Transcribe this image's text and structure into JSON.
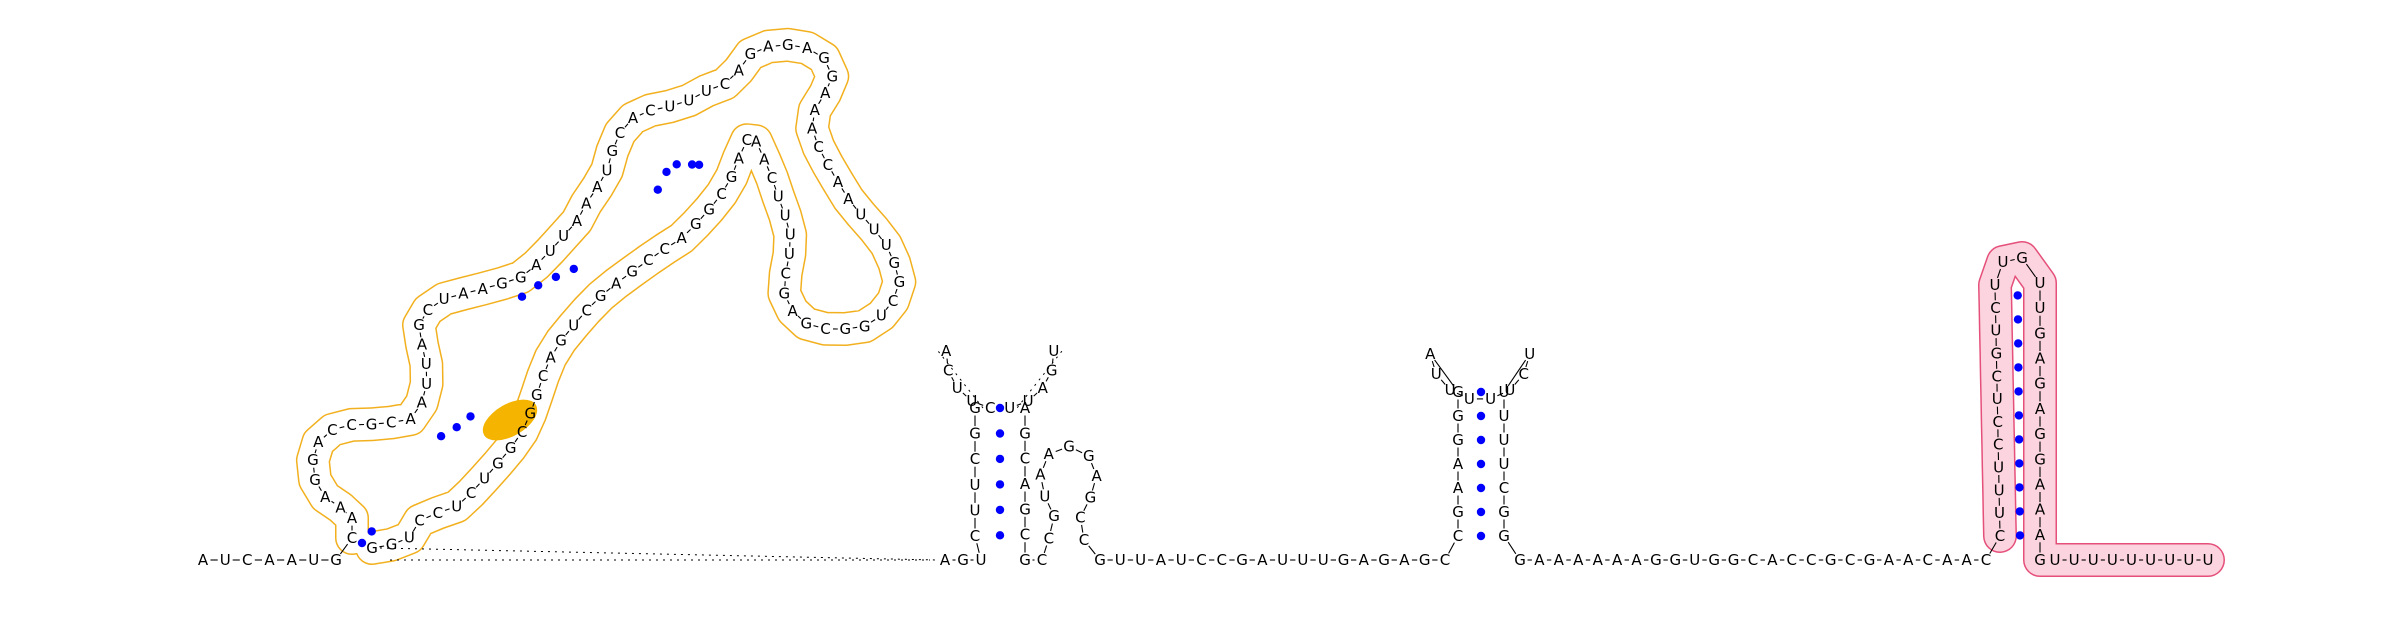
{
  "colors": {
    "background": "#ffffff",
    "nucleotide_text": "#000000",
    "base_pair_dot": "#0000ff",
    "highlight_outline_orange": "#f2b01e",
    "highlight_fill_orange": "#f5b400",
    "highlight_outline_pink": "#e5507a",
    "highlight_fill_pink": "#fbd4df"
  },
  "sequence_segments": {
    "five_prime_tail": "AUCAAUG",
    "hairpin_long": "CAAAGGACCGCAAUUAGCUAAGGAUUAAAUGCACUUUCAGAGAGGAAACCAAUUUGGCUGGCGAGCUUUUCAACAGCGGACCGAGCUGACGGCGGUCUCCUGG",
    "linker_1": "AGU",
    "hairpin_2_stem_5": "CUUCGG",
    "hairpin_2_loop": "ACUUCUUAGU",
    "hairpin_2_stem_3": "AGCAGCG",
    "hairpin_3": "CCGUAAGGAGCC",
    "linker_2": "GUUAUCCGAUUUGAGAGC",
    "hairpin_4_stem_5": "CGAAGGG",
    "hairpin_4_loop": "AUUUUUCU",
    "hairpin_4_stem_3": "UUUUCGG",
    "linker_3": "GAAAAAAGGUGGCACCGCGAACAAC",
    "hairpin_5": "CUUUCCUCGUCUUGUUGAGAGGAAAG",
    "three_prime_tail": "UUUUUUUUU"
  }
}
